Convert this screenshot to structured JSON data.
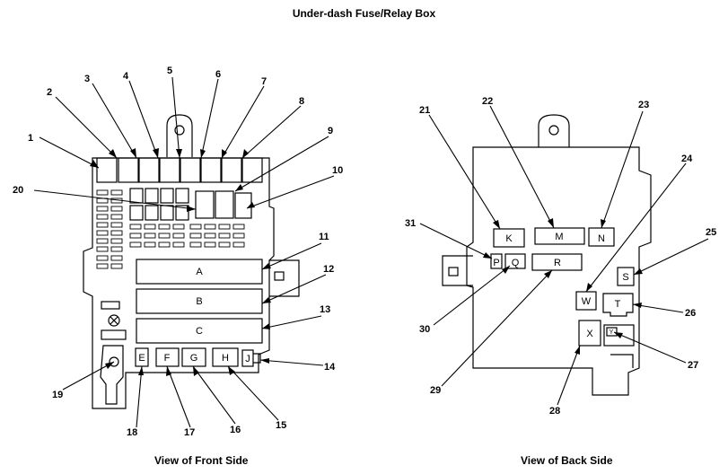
{
  "title": "Under-dash Fuse/Relay Box",
  "captions": {
    "front": "View of Front Side",
    "back": "View of Back Side"
  },
  "front_callouts": [
    "1",
    "2",
    "3",
    "4",
    "5",
    "6",
    "7",
    "8",
    "9",
    "10",
    "11",
    "12",
    "13",
    "14",
    "15",
    "16",
    "17",
    "18",
    "19",
    "20"
  ],
  "back_callouts": [
    "21",
    "22",
    "23",
    "24",
    "25",
    "26",
    "27",
    "28",
    "29",
    "30",
    "31"
  ],
  "front_boxes": [
    "A",
    "B",
    "C",
    "E",
    "F",
    "G",
    "H",
    "J"
  ],
  "back_boxes": [
    "K",
    "M",
    "N",
    "P",
    "Q",
    "R",
    "S",
    "T",
    "W",
    "X",
    "Y"
  ]
}
